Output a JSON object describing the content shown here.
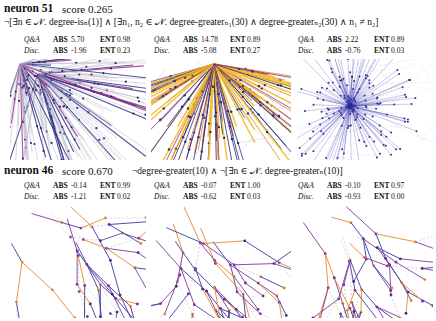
{
  "diagram": {
    "labels": [
      "neuron 51",
      "score 0.265",
      "¬[∃n ∈ 𝒩. degree-isₙ(1)] ∧ [∃n₁, n₂ ∈ 𝒩. degree-greaterₙ₁(30) ∧ degree-greaterₙ₂(30) ∧ n₁ ≠ n₂]",
      "Q&A",
      "ABS",
      "5.70",
      "ENT",
      "0.98",
      "Disc.",
      "ABS",
      "-1.96",
      "ENT",
      "0.23",
      "Q&A",
      "ABS",
      "14.78",
      "ENT",
      "0.89",
      "Disc.",
      "ABS",
      "-5.08",
      "ENT",
      "0.27",
      "Q&A",
      "ABS",
      "2.22",
      "ENT",
      "0.89",
      "Disc.",
      "ABS",
      "-0.76",
      "ENT",
      "0.03",
      "neuron 46",
      "score 0.670",
      "¬degree-greater(10) ∧ ¬[∃n ∈ 𝒩. degree-greaterₙ(10)]",
      "Q&A",
      "ABS",
      "-0.14",
      "ENT",
      "0.99",
      "Disc.",
      "ABS",
      "-1.21",
      "ENT",
      "0.02",
      "Q&A",
      "ABS",
      "-0.07",
      "ENT",
      "1.00",
      "Disc.",
      "ABS",
      "-0.62",
      "ENT",
      "0.03",
      "Q&A",
      "ABS",
      "-0.10",
      "ENT",
      "0.97",
      "Disc.",
      "ABS",
      "-0.93",
      "ENT",
      "0.00"
    ]
  }
}
